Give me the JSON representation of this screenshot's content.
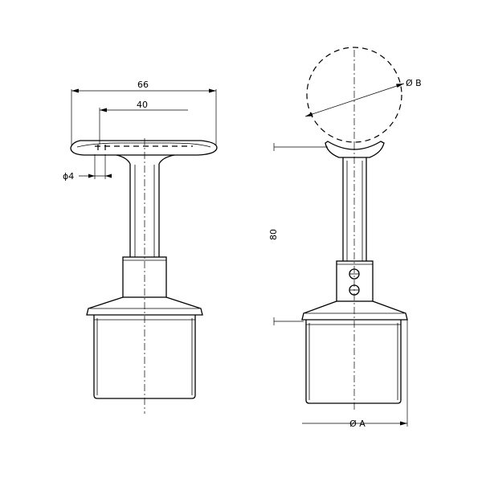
{
  "dimensions": {
    "overall_width": "66",
    "inner_width": "40",
    "hole_diameter": "ϕ4",
    "height": "80",
    "rail_diameter": "Ø B",
    "base_diameter": "Ø A"
  }
}
